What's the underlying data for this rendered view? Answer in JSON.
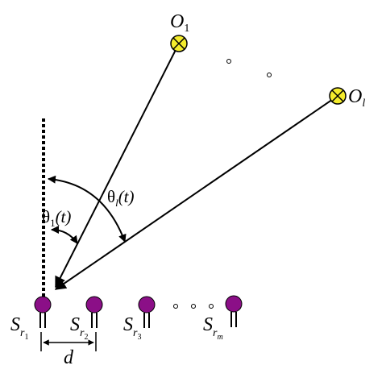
{
  "colors": {
    "target_fill": "#f4ec2c",
    "sensor_fill": "#8b0f87",
    "stroke": "#000000"
  },
  "targets": [
    {
      "symbol": "O",
      "subscript": "1",
      "icon": "target-cross-circle-icon"
    },
    {
      "symbol": "O",
      "subscript": "l",
      "icon": "target-cross-circle-icon"
    }
  ],
  "angles": {
    "theta_1": {
      "symbol": "θ",
      "subscript": "1",
      "arg": "(t)"
    },
    "theta_l": {
      "symbol": "θ",
      "subscript": "l",
      "arg": "(t)"
    }
  },
  "sensors": [
    {
      "symbol": "S",
      "sub": "r",
      "subsub": "1"
    },
    {
      "symbol": "S",
      "sub": "r",
      "subsub": "2"
    },
    {
      "symbol": "S",
      "sub": "r",
      "subsub": "3"
    },
    {
      "symbol": "S",
      "sub": "r",
      "subsub": "m"
    }
  ],
  "spacing_label": "d"
}
